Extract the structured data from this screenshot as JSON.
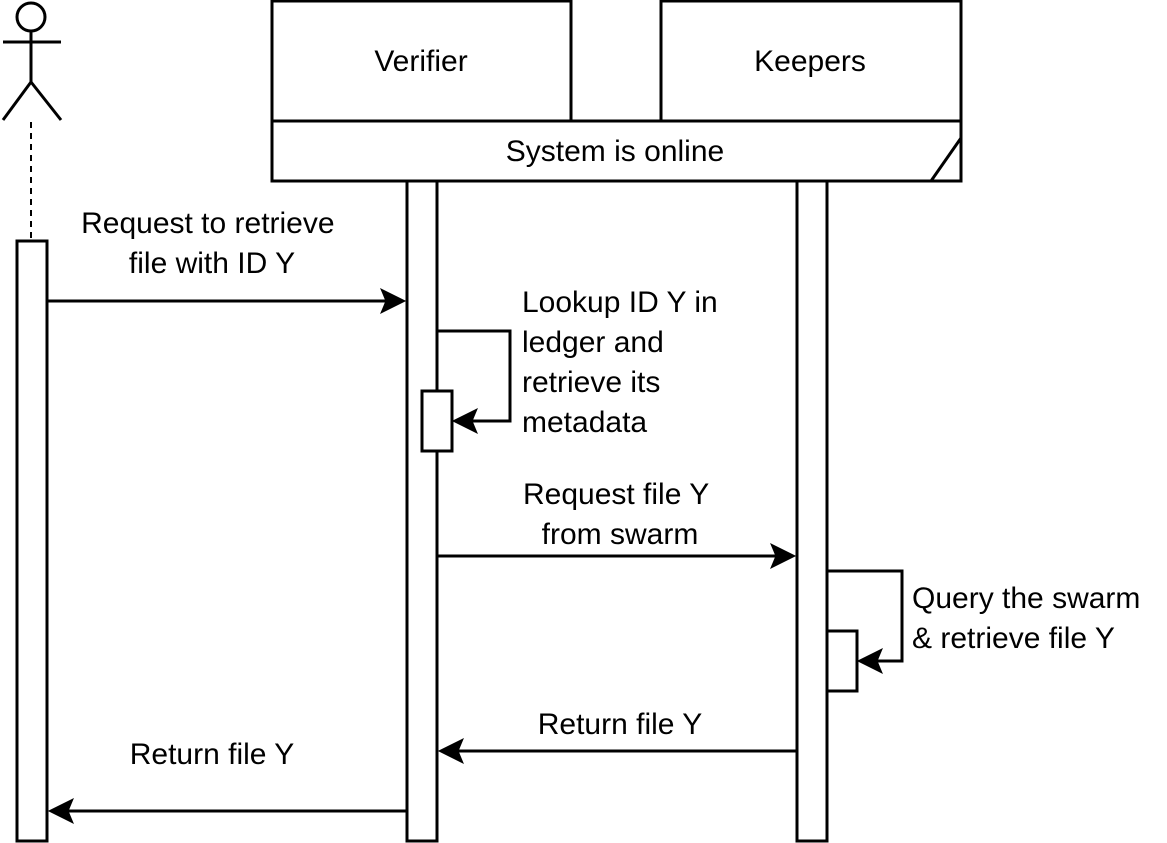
{
  "participants": {
    "verifier": "Verifier",
    "keepers": "Keepers"
  },
  "frame": {
    "label": "System is online"
  },
  "messages": {
    "m1": [
      "Request to retrieve",
      "file with ID Y"
    ],
    "m2": [
      "Lookup ID Y in",
      "ledger and",
      "retrieve its",
      "metadata"
    ],
    "m3": [
      "Request file Y",
      "from swarm"
    ],
    "m4": [
      "Query the swarm",
      "& retrieve file Y"
    ],
    "m5": [
      "Return file Y"
    ],
    "m6": [
      "Return file Y"
    ]
  },
  "colors": {
    "stroke": "#000000",
    "fill": "#ffffff"
  }
}
